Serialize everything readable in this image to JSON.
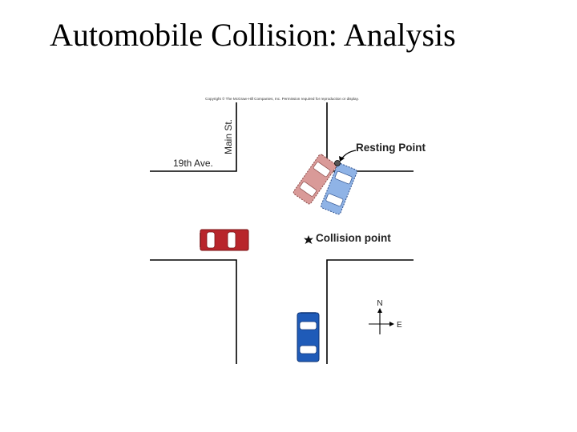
{
  "slide": {
    "title": "Automobile Collision: Analysis"
  },
  "diagram": {
    "copyright": "Copyright © The McGraw-Hill Companies, Inc. Permission required for reproduction or display.",
    "street_vertical": "Main St.",
    "street_horizontal": "19th Ave.",
    "resting_point_label": "Resting Point",
    "collision_point_label": "Collision point",
    "compass": {
      "north": "N",
      "east": "E"
    },
    "colors": {
      "red_car": "#b8252b",
      "blue_car": "#1f5bb8",
      "red_car_faded": "#d99a98",
      "blue_car_faded": "#8fb3e6"
    }
  }
}
